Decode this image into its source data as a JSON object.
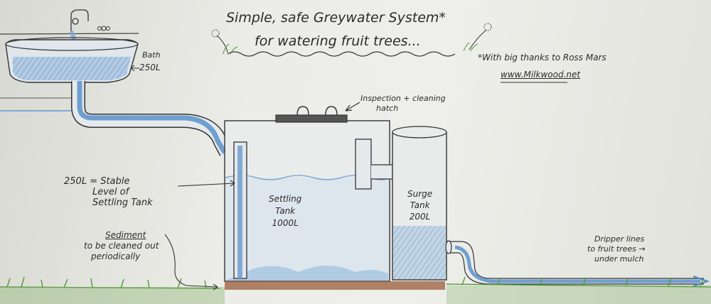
{
  "title": {
    "line1": "Simple, safe Greywater System*",
    "line2": "for watering fruit trees..."
  },
  "credits": {
    "thanks": "*With big thanks to Ross Mars",
    "website": "www.Milkwood.net"
  },
  "labels": {
    "bath": "Bath",
    "bath_capacity": "250L",
    "inspection_line1": "Inspection + cleaning",
    "inspection_line2": "hatch",
    "stable_line1": "250L = Stable",
    "stable_line2": "Level of",
    "stable_line3": "Settling Tank",
    "settling_line1": "Settling",
    "settling_line2": "Tank",
    "settling_line3": "1000L",
    "surge_line1": "Surge",
    "surge_line2": "Tank",
    "surge_line3": "200L",
    "sediment_line1": "Sediment",
    "sediment_line2": "to be cleaned out",
    "sediment_line3": "periodically",
    "dripper_line1": "Dripper lines",
    "dripper_line2": "to fruit trees →",
    "dripper_line3": "under mulch"
  },
  "colors": {
    "water": "#6f9fcf",
    "water_light": "#a9c6e3",
    "pencil": "#333333",
    "grass": "#4f9a3a",
    "soil": "#9a5b3a"
  }
}
